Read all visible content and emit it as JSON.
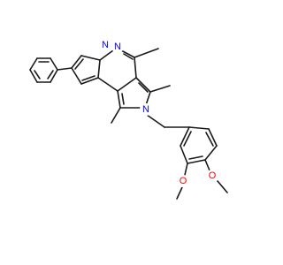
{
  "diagram": {
    "type": "chemical-structure",
    "atom_labels": {
      "n_pyrrole_bridge": "N",
      "n_pyridazine": "N",
      "n_pyrrole_substituted": "N",
      "o_methoxy_upper": "O",
      "o_methoxy_lower": "O"
    },
    "colors": {
      "bond": "#1a1a1a",
      "nitrogen": "#0000ff",
      "oxygen": "#ff0000",
      "background": "#ffffff"
    }
  }
}
